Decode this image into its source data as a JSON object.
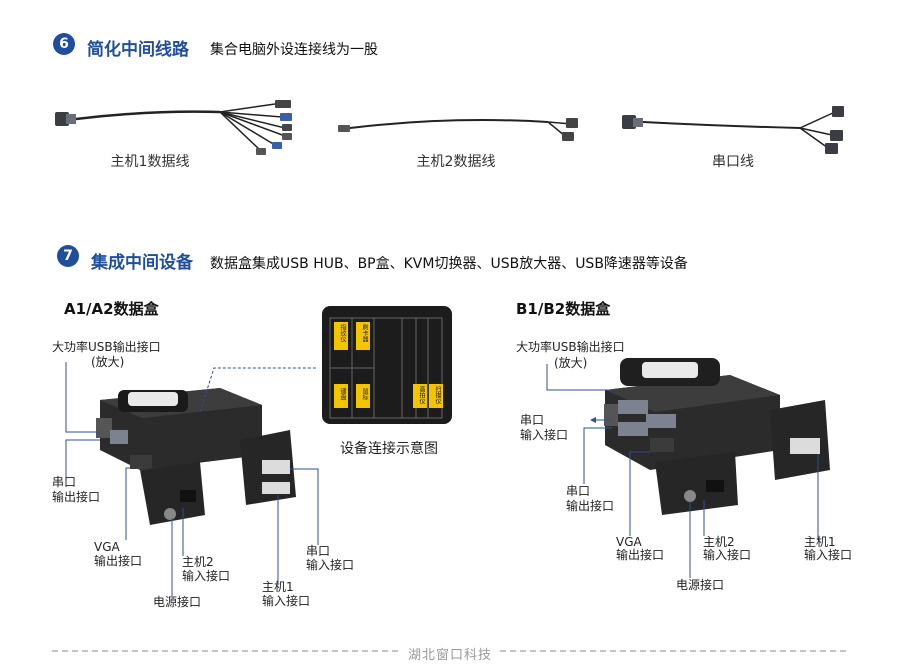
{
  "section6": {
    "number": "6",
    "title": "简化中间线路",
    "subtitle": "集合电脑外设连接线为一股",
    "cables": [
      "主机1数据线",
      "主机2数据线",
      "串口线"
    ]
  },
  "section7": {
    "number": "7",
    "title": "集成中间设备",
    "subtitle": "数据盒集成USB HUB、BP盒、KVM切换器、USB放大器、USB降速器等设备"
  },
  "boxA": {
    "title": "A1/A2数据盒",
    "callouts": {
      "usb_line1": "大功率USB输出接口",
      "usb_line2": "(放大)",
      "serial_out_1": "串口",
      "serial_out_2": "输出接口",
      "vga_1": "VGA",
      "vga_2": "输出接口",
      "host2_1": "主机2",
      "host2_2": "输入接口",
      "power": "电源接口",
      "serial_in_1": "串口",
      "serial_in_2": "输入接口",
      "host1_1": "主机1",
      "host1_2": "输入接口"
    },
    "diagram": {
      "caption": "设备连接示意图",
      "labels": [
        "指纹仪",
        "刷卡器",
        "键盘",
        "鼠标",
        "高拍仪",
        "扫描仪"
      ]
    }
  },
  "boxB": {
    "title": "B1/B2数据盒",
    "callouts": {
      "usb_line1": "大功率USB输出接口",
      "usb_line2": "(放大)",
      "serial_in_1": "串口",
      "serial_in_2": "输入接口",
      "serial_out_1": "串口",
      "serial_out_2": "输出接口",
      "vga_1": "VGA",
      "vga_2": "输出接口",
      "host2_1": "主机2",
      "host2_2": "输入接口",
      "power": "电源接口",
      "host1_1": "主机1",
      "host1_2": "输入接口"
    }
  },
  "footer": "湖北窗口科技",
  "colors": {
    "accent": "#1f4e9e",
    "diagram_bg": "#1c1c1c",
    "highlight": "#f2c500"
  }
}
